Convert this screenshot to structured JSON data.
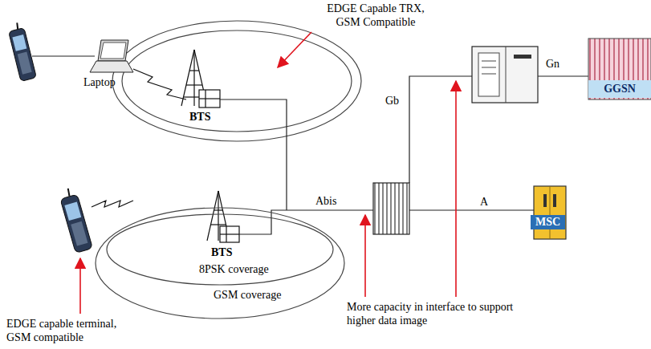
{
  "diagram": {
    "nodes": [
      {
        "text": [
          "Laptop"
        ]
      },
      {
        "text": [
          "BTS"
        ]
      },
      {
        "text": [
          "GSM coverage"
        ]
      },
      {
        "text": [
          "8PSK coverage"
        ],
        "in": 2
      },
      {
        "text": [
          "BTS"
        ],
        "in": 3
      },
      {
        "text": [
          "MSC"
        ]
      },
      {
        "text": [
          "GGSN"
        ]
      }
    ],
    "labels": [
      "EDGE Capable TRX, GSM Compatible",
      "Abis",
      "A",
      "Gb",
      "Gn",
      "More capacity in interface to support higher data image",
      "EDGE capable terminal, GSM compatible"
    ]
  }
}
